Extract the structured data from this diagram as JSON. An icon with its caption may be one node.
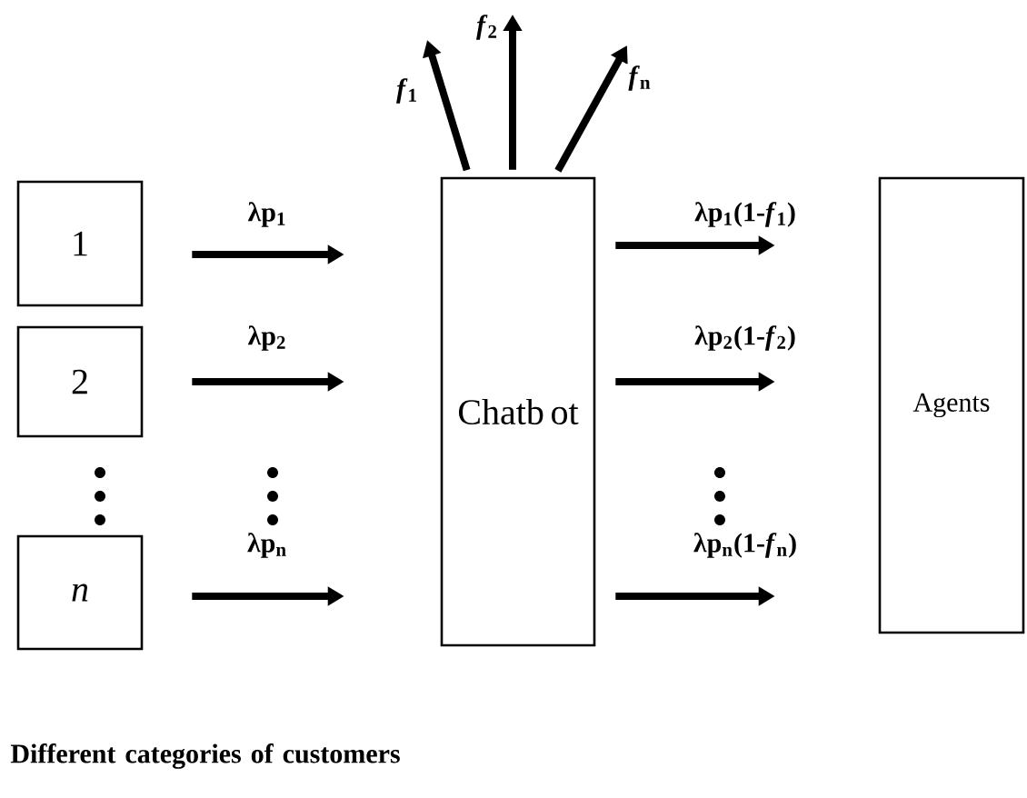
{
  "diagram": {
    "nodes": [
      {
        "text": [
          "1"
        ]
      },
      {
        "text": [
          "2"
        ]
      },
      {
        "text": [
          "n"
        ]
      },
      {
        "text": [
          "Chatb ot"
        ]
      },
      {
        "text": [
          "Agents"
        ]
      }
    ],
    "edges": [
      {
        "from": 0,
        "to": 3,
        "arrow": "to",
        "label": "λp$_{1}$"
      },
      {
        "from": 1,
        "to": 3,
        "arrow": "to",
        "label": "λp$_{2}$"
      },
      {
        "from": 2,
        "to": 3,
        "arrow": "to",
        "label": "λp$_{n}$"
      },
      {
        "from": 3,
        "to": 4,
        "arrow": "to",
        "label": "λp$_{1}$(1-*f*$_{1}$)"
      },
      {
        "from": 3,
        "to": 4,
        "arrow": "to",
        "label": "λp$_{2}$(1-*f*$_{2}$)"
      },
      {
        "from": 3,
        "to": 4,
        "arrow": "to",
        "label": "λp$_{n}$(1-*f*$_{n}$)"
      },
      {
        "from": 3,
        "to": null,
        "arrow": "to",
        "label": "*f*$_{1}$"
      },
      {
        "from": 3,
        "to": null,
        "arrow": "to",
        "label": "*f*$_{2}$"
      },
      {
        "from": 3,
        "to": null,
        "arrow": "to",
        "label": "*f*$_{n}$"
      }
    ],
    "labels": [
      "Different categories of customers"
    ]
  }
}
